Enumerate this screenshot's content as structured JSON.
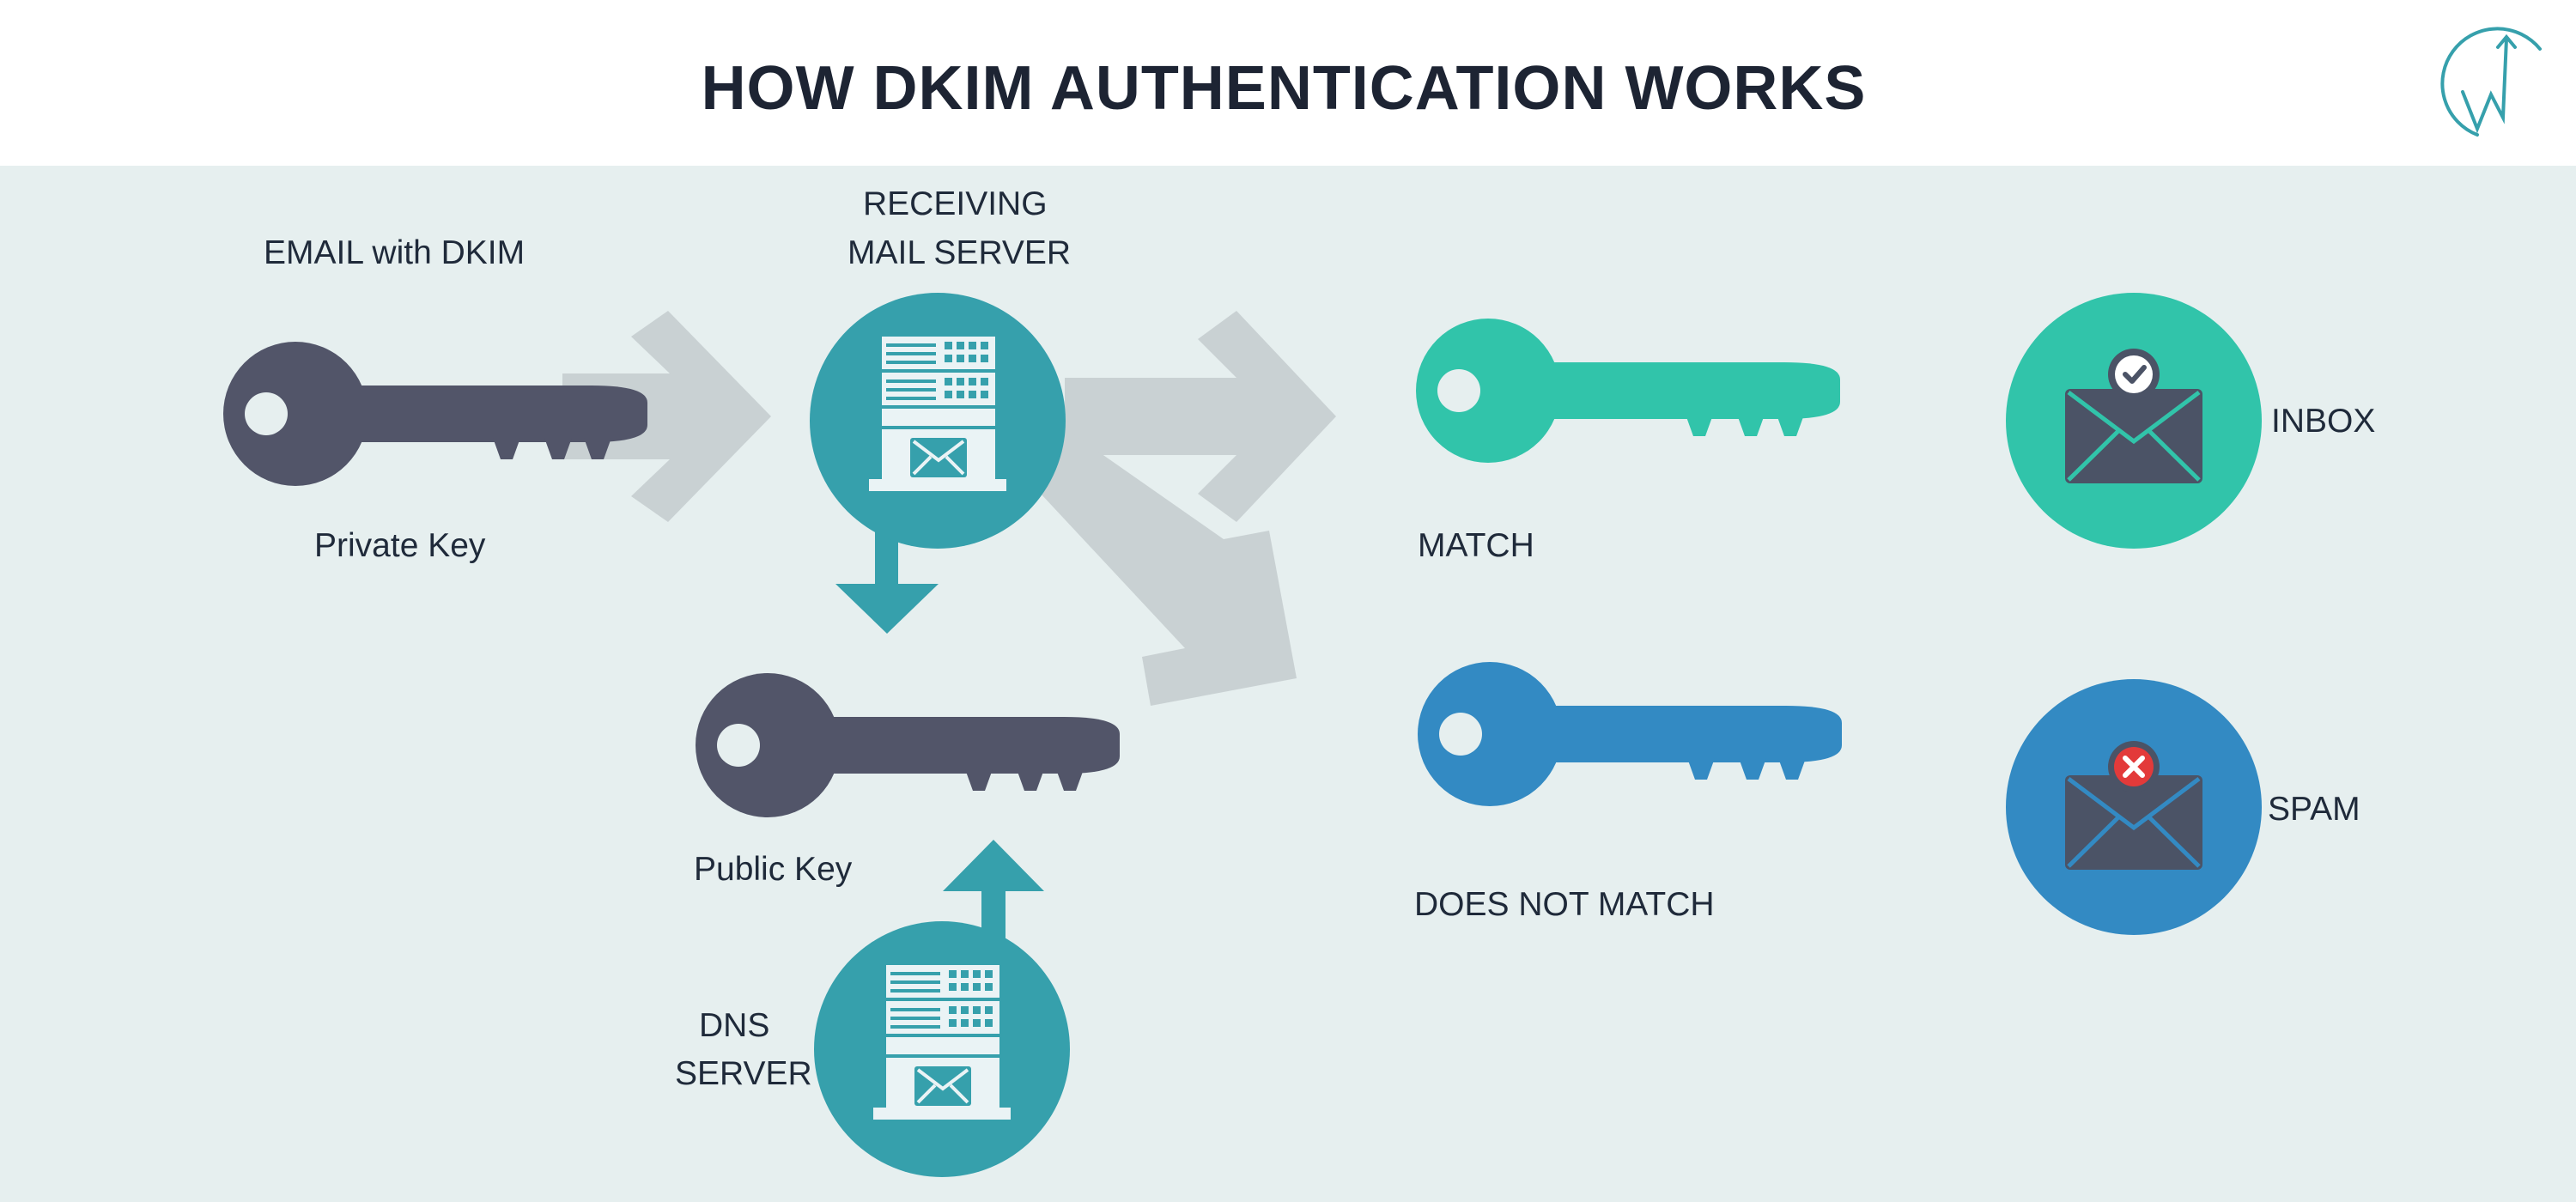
{
  "title": "HOW DKIM AUTHENTICATION WORKS",
  "colors": {
    "dark_key": "#525569",
    "teal": "#36a0ac",
    "green": "#31c4aa",
    "blue": "#338ac3",
    "arrow_gray": "#c9d1d3",
    "panel_bg": "#e6efef",
    "title_text": "#1d2433"
  },
  "labels": {
    "email_with_dkim": "EMAIL with DKIM",
    "private_key": "Private Key",
    "receiving_line1": "RECEIVING",
    "receiving_line2": "MAIL SERVER",
    "public_key": "Public Key",
    "dns_line1": "DNS",
    "dns_line2": "SERVER",
    "match": "MATCH",
    "does_not_match": "DOES NOT MATCH",
    "inbox": "INBOX",
    "spam": "SPAM"
  },
  "icons": {
    "logo": "brand-logo-icon",
    "server": "server-icon",
    "key": "key-icon",
    "envelope": "envelope-icon",
    "check": "check-icon",
    "error": "x-icon"
  }
}
